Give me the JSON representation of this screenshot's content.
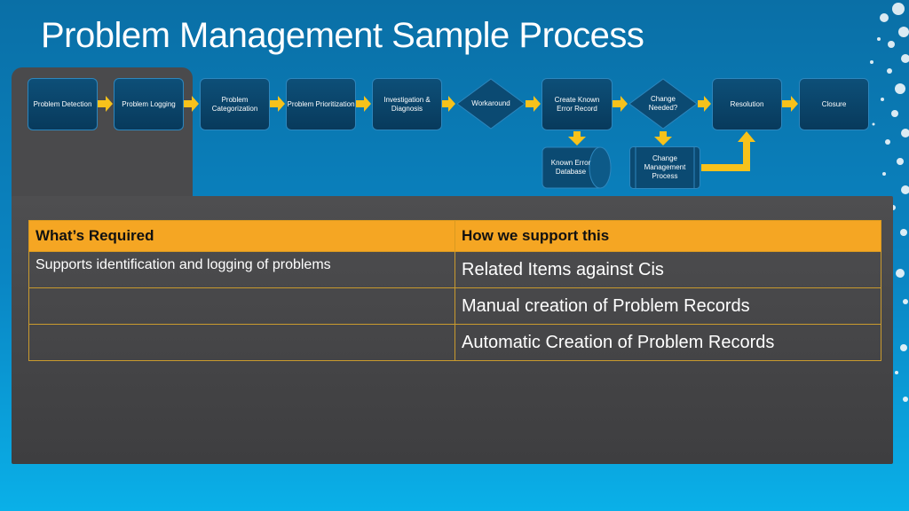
{
  "slide": {
    "title": "Problem Management Sample Process"
  },
  "flow": {
    "problem_detection": "Problem Detection",
    "problem_logging": "Problem Logging",
    "problem_categorization": "Problem Categorization",
    "problem_prioritization": "Problem Prioritization",
    "investigation_diagnosis": "Investigation & Diagnosis",
    "workaround": "Workaround",
    "create_known_error_record": "Create Known Error Record",
    "change_needed": "Change Needed?",
    "resolution": "Resolution",
    "closure": "Closure",
    "known_error_database": "Known Error Database",
    "change_management_process": "Change Management Process"
  },
  "table": {
    "headers": [
      "What’s Required",
      "How we support this"
    ],
    "rows": [
      [
        "Supports identification and logging of problems",
        "Related Items against Cis"
      ],
      [
        "",
        "Manual creation of Problem Records"
      ],
      [
        "",
        "Automatic Creation of Problem Records"
      ]
    ]
  },
  "colors": {
    "background": "#0a86c4",
    "panel": "#4a4a4c",
    "accent_orange": "#f5a623",
    "arrow_yellow": "#f7c21b",
    "box_fill": "#0d4f78"
  }
}
